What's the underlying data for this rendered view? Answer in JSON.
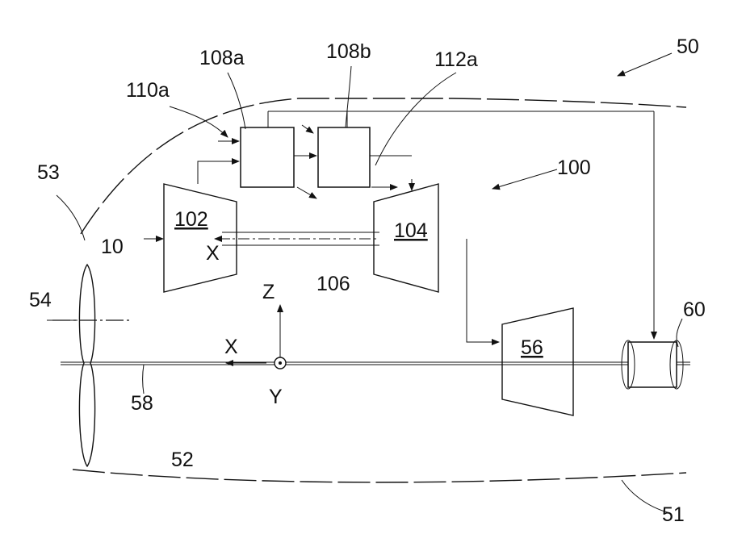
{
  "labels": {
    "l50": "50",
    "l51": "51",
    "l52": "52",
    "l53": "53",
    "l54": "54",
    "l56": "56",
    "l58": "58",
    "l60": "60",
    "l10": "10",
    "l100": "100",
    "l102": "102",
    "l104": "104",
    "l106": "106",
    "l108a": "108a",
    "l108b": "108b",
    "l110a": "110a",
    "l112a": "112a",
    "axis_X_main": "X",
    "axis_x_engine": "X",
    "axis_Y": "Y",
    "axis_Z": "Z"
  }
}
